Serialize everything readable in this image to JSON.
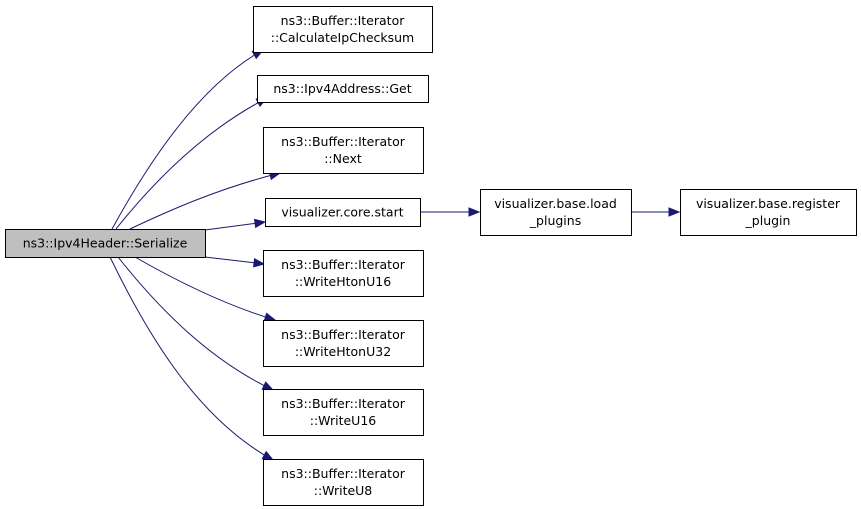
{
  "diagram": {
    "nodes": {
      "root": {
        "lines": [
          "ns3::Ipv4Header::Serialize"
        ]
      },
      "calc_checksum": {
        "lines": [
          "ns3::Buffer::Iterator",
          "::CalculateIpChecksum"
        ]
      },
      "ipv4_get": {
        "lines": [
          "ns3::Ipv4Address::Get"
        ]
      },
      "next": {
        "lines": [
          "ns3::Buffer::Iterator",
          "::Next"
        ]
      },
      "core_start": {
        "lines": [
          "visualizer.core.start"
        ]
      },
      "load_plugins": {
        "lines": [
          "visualizer.base.load",
          "_plugins"
        ]
      },
      "register_plugin": {
        "lines": [
          "visualizer.base.register",
          "_plugin"
        ]
      },
      "write_htonu16": {
        "lines": [
          "ns3::Buffer::Iterator",
          "::WriteHtonU16"
        ]
      },
      "write_htonu32": {
        "lines": [
          "ns3::Buffer::Iterator",
          "::WriteHtonU32"
        ]
      },
      "write_u16": {
        "lines": [
          "ns3::Buffer::Iterator",
          "::WriteU16"
        ]
      },
      "write_u8": {
        "lines": [
          "ns3::Buffer::Iterator",
          "::WriteU8"
        ]
      }
    },
    "edges": [
      {
        "from": "root",
        "to": "calc_checksum"
      },
      {
        "from": "root",
        "to": "ipv4_get"
      },
      {
        "from": "root",
        "to": "next"
      },
      {
        "from": "root",
        "to": "core_start"
      },
      {
        "from": "root",
        "to": "write_htonu16"
      },
      {
        "from": "root",
        "to": "write_htonu32"
      },
      {
        "from": "root",
        "to": "write_u16"
      },
      {
        "from": "root",
        "to": "write_u8"
      },
      {
        "from": "core_start",
        "to": "load_plugins"
      },
      {
        "from": "load_plugins",
        "to": "register_plugin"
      }
    ],
    "colors": {
      "edge": "#191970",
      "root_fill": "#bfbfbf",
      "node_fill": "#ffffff",
      "node_border": "#000000"
    }
  }
}
